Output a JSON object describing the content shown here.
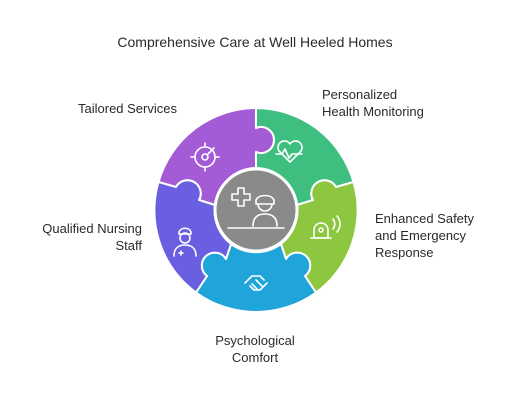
{
  "title": "Comprehensive Care at Well Heeled Homes",
  "segments": {
    "tailored": {
      "lines": [
        "Tailored Services"
      ],
      "icon": "target-gauge-icon",
      "color": "#a35bd6"
    },
    "personalized": {
      "lines": [
        "Personalized",
        "Health Monitoring"
      ],
      "icon": "heart-pulse-icon",
      "color": "#3fbf7f"
    },
    "safety": {
      "lines": [
        "Enhanced Safety",
        "and Emergency",
        "Response"
      ],
      "icon": "alarm-bell-icon",
      "color": "#8dc63f"
    },
    "psychological": {
      "lines": [
        "Psychological",
        "Comfort"
      ],
      "icon": "handshake-icon",
      "color": "#1fa5d9"
    },
    "nursing": {
      "lines": [
        "Qualified Nursing",
        "Staff"
      ],
      "icon": "nurse-icon",
      "color": "#6a5fe0"
    }
  },
  "center": {
    "icon": "medical-staff-icon",
    "color": "#8a8a8a"
  }
}
